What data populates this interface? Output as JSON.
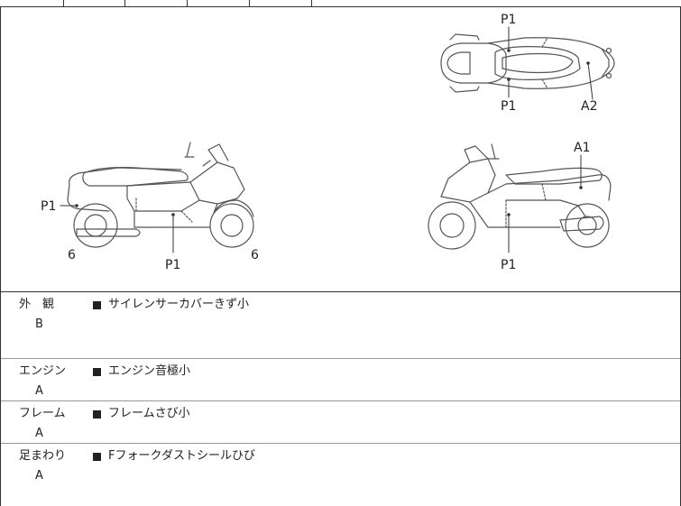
{
  "diagram": {
    "labels": {
      "top_p1_upper": "P1",
      "top_p1_lower": "P1",
      "top_a2": "A2",
      "left_p1_side": "P1",
      "left_6_front": "6",
      "left_p1_bottom": "P1",
      "left_6_rear": "6",
      "right_a1": "A1",
      "right_p1_bottom": "P1"
    }
  },
  "conditions": [
    {
      "category": "外　観",
      "grade": "B",
      "note": "サイレンサーカバーきず小"
    },
    {
      "category": "エンジン",
      "grade": "A",
      "note": "エンジン音極小"
    },
    {
      "category": "フレーム",
      "grade": "A",
      "note": "フレームさび小"
    },
    {
      "category": "足まわり",
      "grade": "A",
      "note": "Fフォークダストシールひび"
    }
  ]
}
